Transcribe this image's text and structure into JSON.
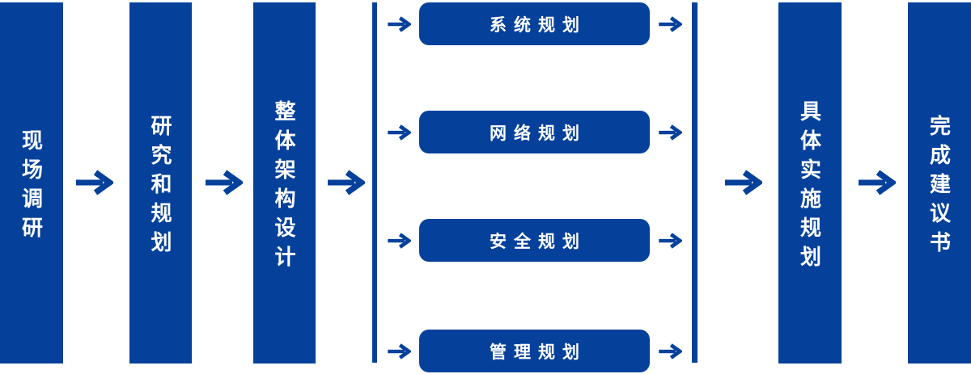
{
  "colors": {
    "primary": "#05419B",
    "label": "#FFFFFF",
    "background": "#FFFFFF"
  },
  "icons": {
    "arrow_right": "→"
  },
  "stages": [
    {
      "label": "现场调研"
    },
    {
      "label": "研究和规划"
    },
    {
      "label": "整体架构设计"
    },
    {
      "label": "具体实施规划"
    },
    {
      "label": "完成建议书"
    }
  ],
  "sub_plans": {
    "items": [
      {
        "label": "系统规划"
      },
      {
        "label": "网络规划"
      },
      {
        "label": "安全规划"
      },
      {
        "label": "管理规划"
      }
    ]
  }
}
